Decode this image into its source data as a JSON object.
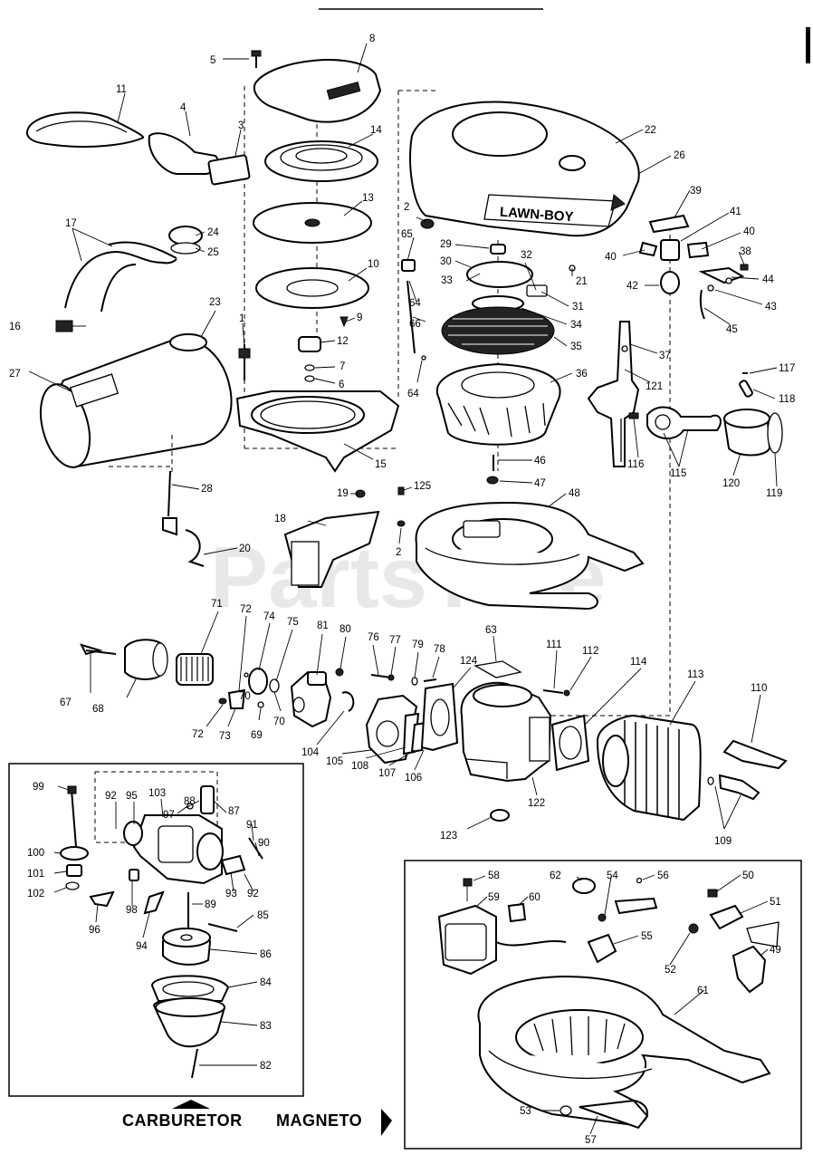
{
  "watermark": "PartsTree",
  "brand_plate": "LAWN-BOY",
  "captions": {
    "carburetor": "CARBURETOR",
    "magneto": "MAGNETO"
  },
  "part_numbers": {
    "p1": "1",
    "p2a": "2",
    "p2b": "2",
    "p3": "3",
    "p4": "4",
    "p5": "5",
    "p6": "6",
    "p7": "7",
    "p8": "8",
    "p9": "9",
    "p10": "10",
    "p11": "11",
    "p12": "12",
    "p13": "13",
    "p14": "14",
    "p15": "15",
    "p16": "16",
    "p17": "17",
    "p18": "18",
    "p19": "19",
    "p20": "20",
    "p21": "21",
    "p22": "22",
    "p23": "23",
    "p24": "24",
    "p25": "25",
    "p26": "26",
    "p27": "27",
    "p28": "28",
    "p29": "29",
    "p30": "30",
    "p31": "31",
    "p32": "32",
    "p33": "33",
    "p34": "34",
    "p35": "35",
    "p36": "36",
    "p37": "37",
    "p38": "38",
    "p39": "39",
    "p40a": "40",
    "p40b": "40",
    "p41": "41",
    "p42": "42",
    "p43": "43",
    "p44": "44",
    "p45": "45",
    "p46": "46",
    "p47": "47",
    "p48": "48",
    "p49": "49",
    "p50": "50",
    "p51": "51",
    "p52": "52",
    "p53": "53",
    "p54": "54",
    "p55": "55",
    "p56": "56",
    "p57": "57",
    "p58": "58",
    "p59": "59",
    "p60": "60",
    "p61": "61",
    "p62": "62",
    "p63": "63",
    "p64a": "64",
    "p64b": "64",
    "p65": "65",
    "p66": "66",
    "p67": "67",
    "p68": "68",
    "p69": "69",
    "p70a": "70",
    "p70b": "70",
    "p71": "71",
    "p72a": "72",
    "p72b": "72",
    "p73": "73",
    "p74": "74",
    "p75": "75",
    "p76": "76",
    "p77": "77",
    "p78": "78",
    "p79": "79",
    "p80": "80",
    "p81": "81",
    "p82": "82",
    "p83": "83",
    "p84": "84",
    "p85": "85",
    "p86": "86",
    "p87": "87",
    "p88": "88",
    "p89": "89",
    "p90": "90",
    "p91": "91",
    "p92a": "92",
    "p92b": "92",
    "p93": "93",
    "p94": "94",
    "p95": "95",
    "p96": "96",
    "p97": "97",
    "p98": "98",
    "p99": "99",
    "p100": "100",
    "p101": "101",
    "p102": "102",
    "p103": "103",
    "p104": "104",
    "p105": "105",
    "p106": "106",
    "p107": "107",
    "p108": "108",
    "p109": "109",
    "p110": "110",
    "p111": "111",
    "p112": "112",
    "p113": "113",
    "p114": "114",
    "p115": "115",
    "p116": "116",
    "p117": "117",
    "p118": "118",
    "p119": "119",
    "p120": "120",
    "p121": "121",
    "p122": "122",
    "p123": "123",
    "p124": "124",
    "p125": "125"
  }
}
